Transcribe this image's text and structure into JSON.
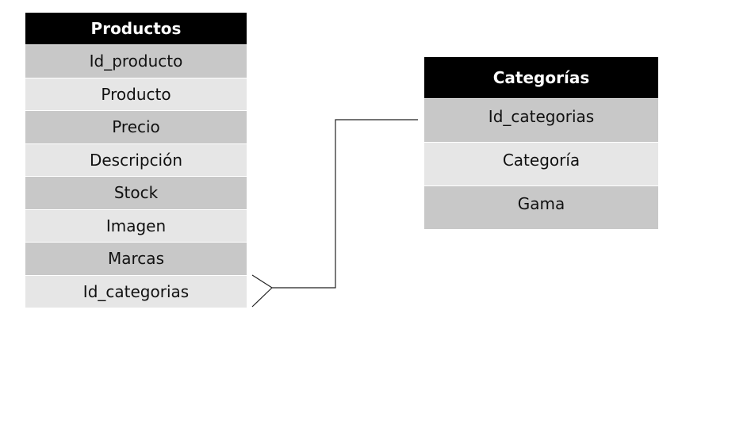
{
  "tables": {
    "productos": {
      "title": "Productos",
      "fields": [
        "Id_producto",
        "Producto",
        "Precio",
        "Descripción",
        "Stock",
        "Imagen",
        "Marcas",
        "Id_categorias"
      ]
    },
    "categorias": {
      "title": "Categorías",
      "fields": [
        "Id_categorias",
        "Categoría",
        "Gama"
      ]
    }
  },
  "colors": {
    "header_bg": "#000000",
    "header_text": "#ffffff",
    "row_dark": "#c8c8c8",
    "row_light": "#e6e6e6",
    "connector": "#222222"
  },
  "relationship": {
    "from": "Productos.Id_categorias",
    "to": "Categorías.Id_categorias",
    "from_end": "many",
    "to_end": "one"
  }
}
